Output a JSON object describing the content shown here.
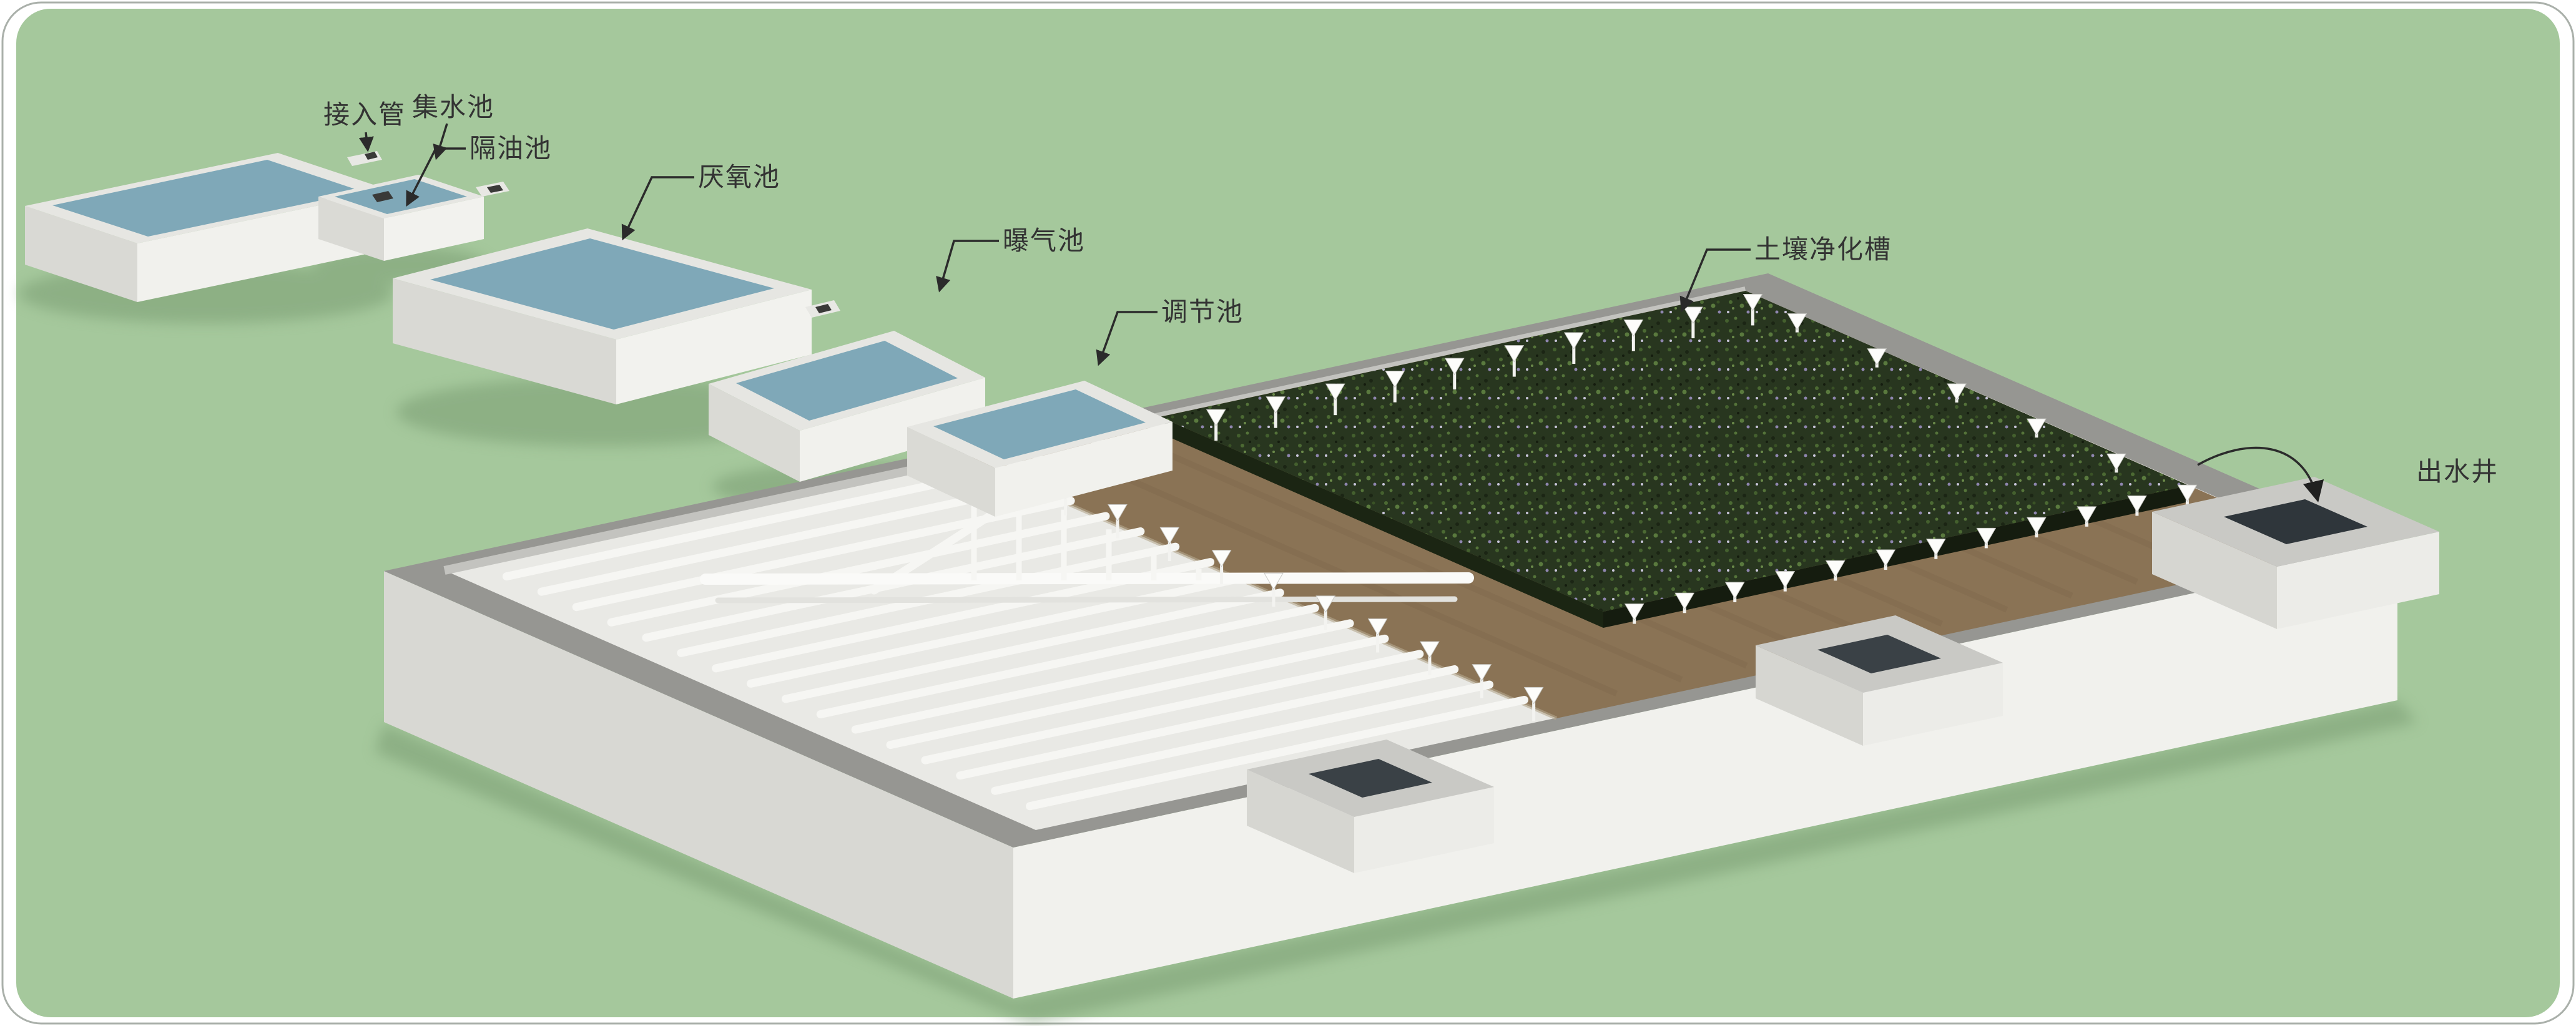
{
  "diagram": {
    "labels": {
      "inlet_pipe": "接入管",
      "collection_tank": "集水池",
      "grease_trap": "隔油池",
      "anaerobic_tank": "厌氧池",
      "aeration_tank": "曝气池",
      "regulating_tank": "调节池",
      "soil_purification_trench": "土壤净化槽",
      "outlet_well": "出水井"
    },
    "colors": {
      "background": "#a5c89c",
      "water": "#7fa8b8",
      "soil_bed": "#8a7355",
      "vegetation": "#28361f",
      "concrete_light": "#f1f1ed",
      "concrete_shade": "#d8d8d3",
      "basin_rim": "#969692",
      "pipe_white": "#f6f6f3",
      "label_text": "#333333",
      "leader_line": "#2b2b2b"
    }
  }
}
